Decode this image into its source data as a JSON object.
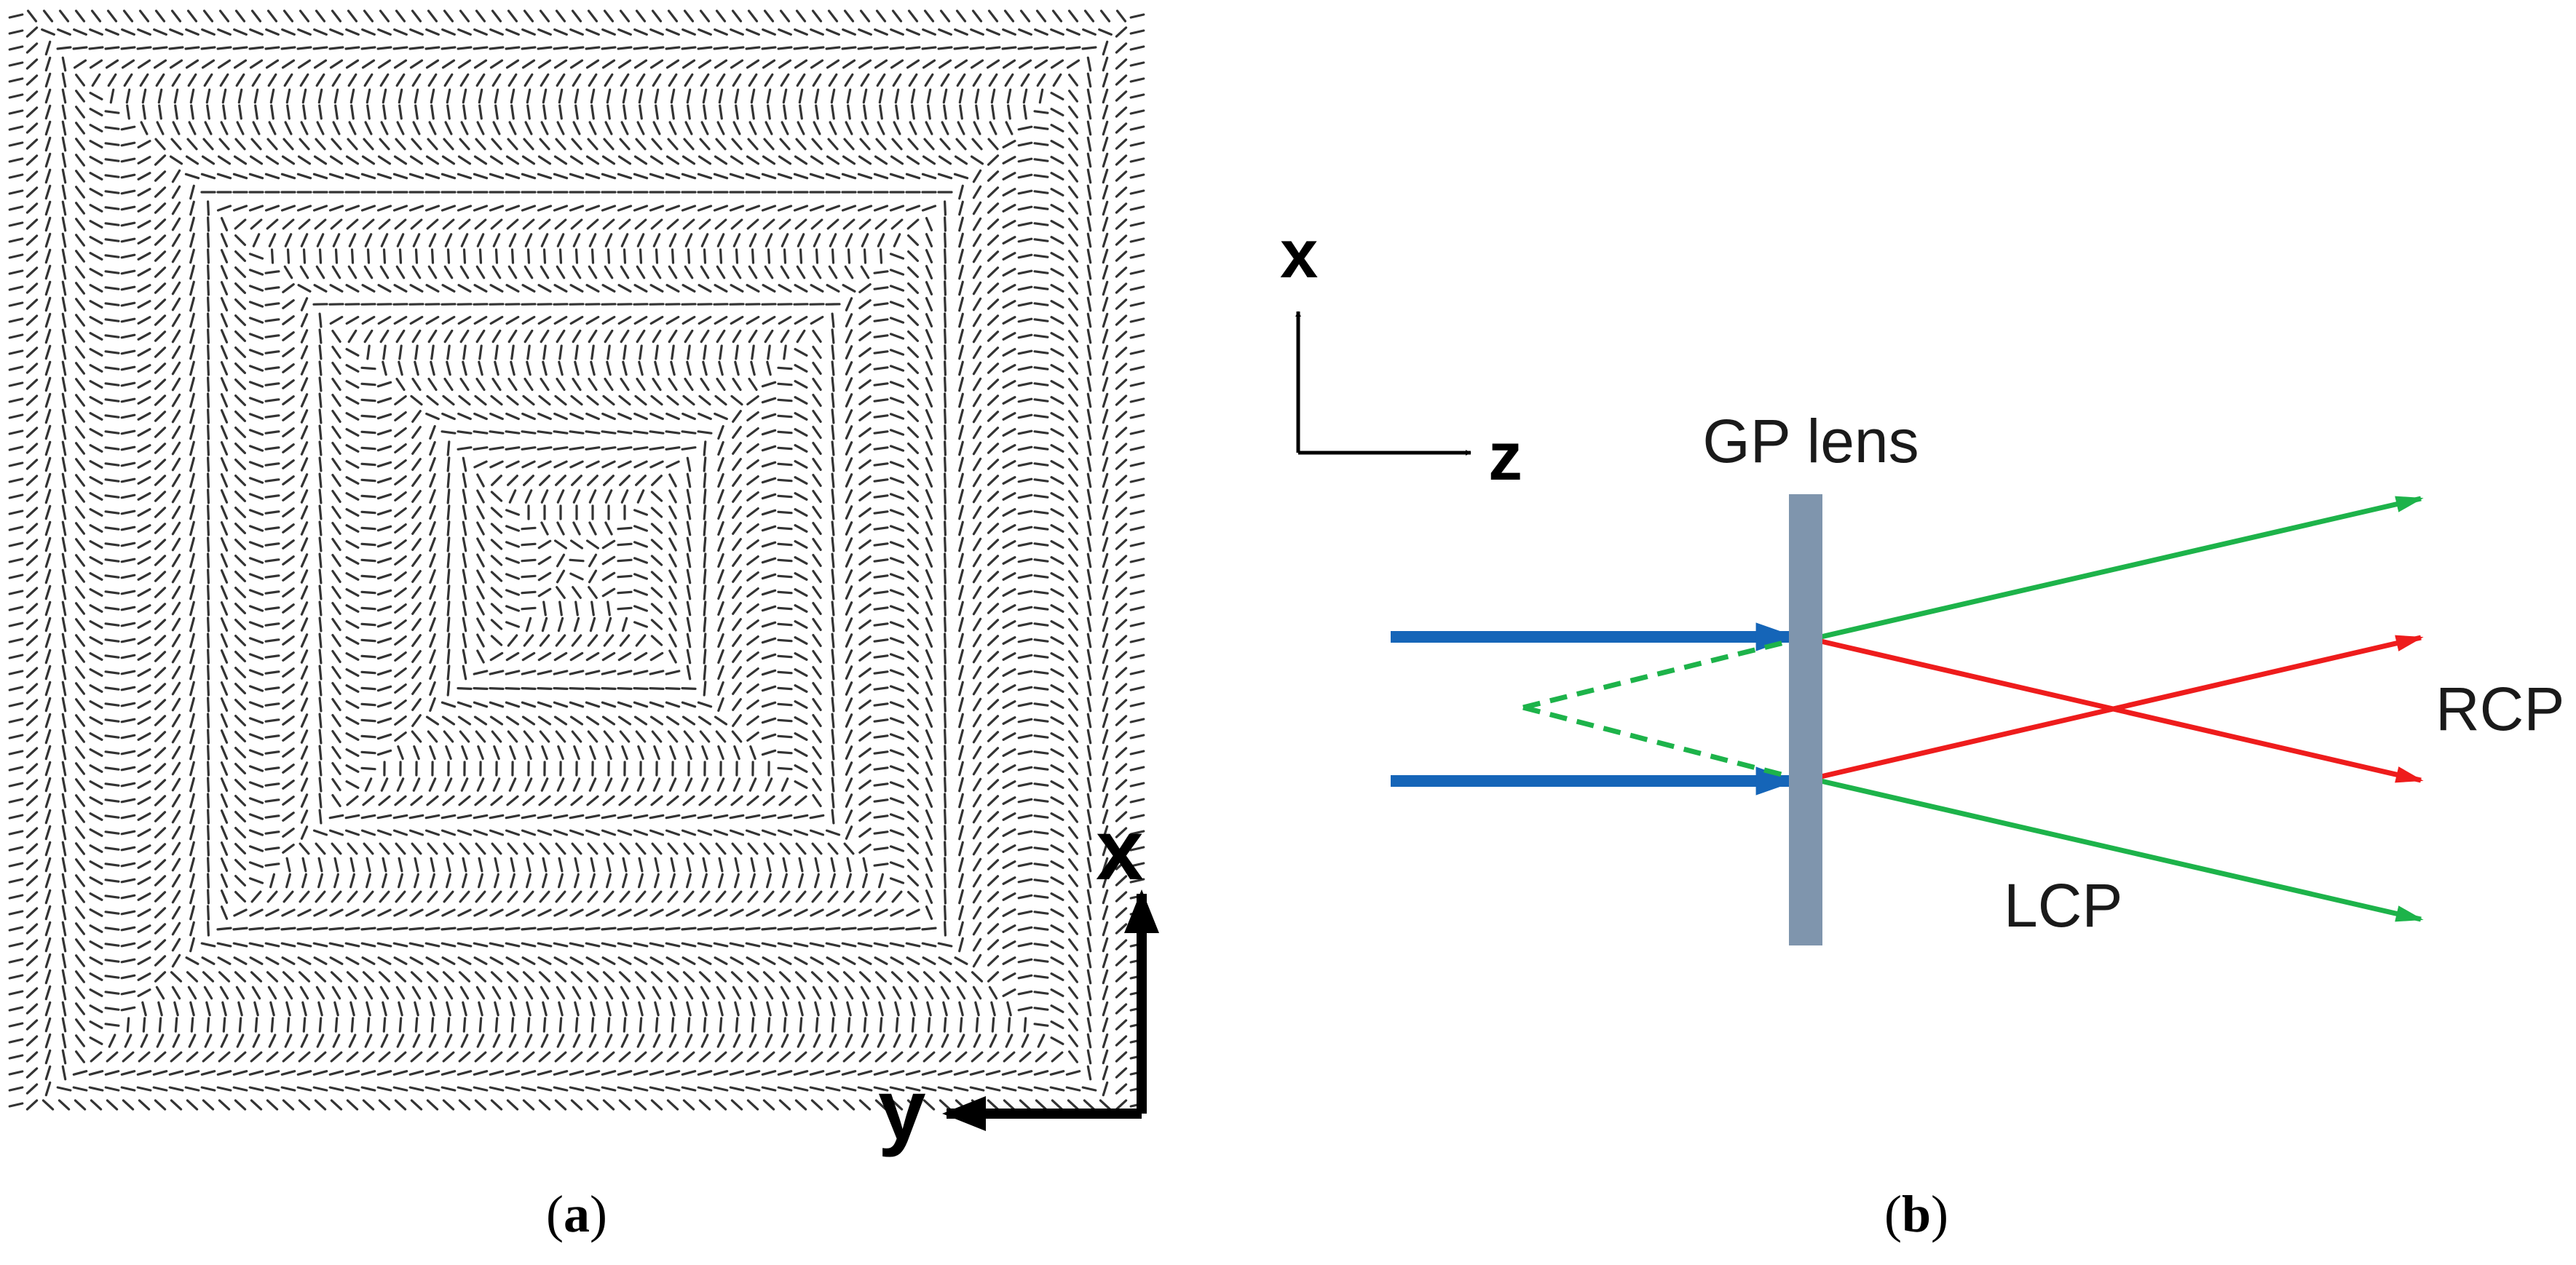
{
  "panel_a": {
    "label_open": "(",
    "label_letter": "a",
    "label_close": ")",
    "axis_x": "x",
    "axis_y": "y"
  },
  "panel_b": {
    "label_open": "(",
    "label_letter": "b",
    "label_close": ")",
    "axis_x": "x",
    "axis_z": "z",
    "lens_label": "GP lens",
    "rcp_label": "RCP",
    "lcp_label": "LCP"
  },
  "colors": {
    "incident_beam": "#1565b8",
    "lcp_beam": "#1db34a",
    "rcp_beam": "#ee1c1c",
    "lens": "#7f95ad",
    "pattern_stroke": "#333333"
  }
}
